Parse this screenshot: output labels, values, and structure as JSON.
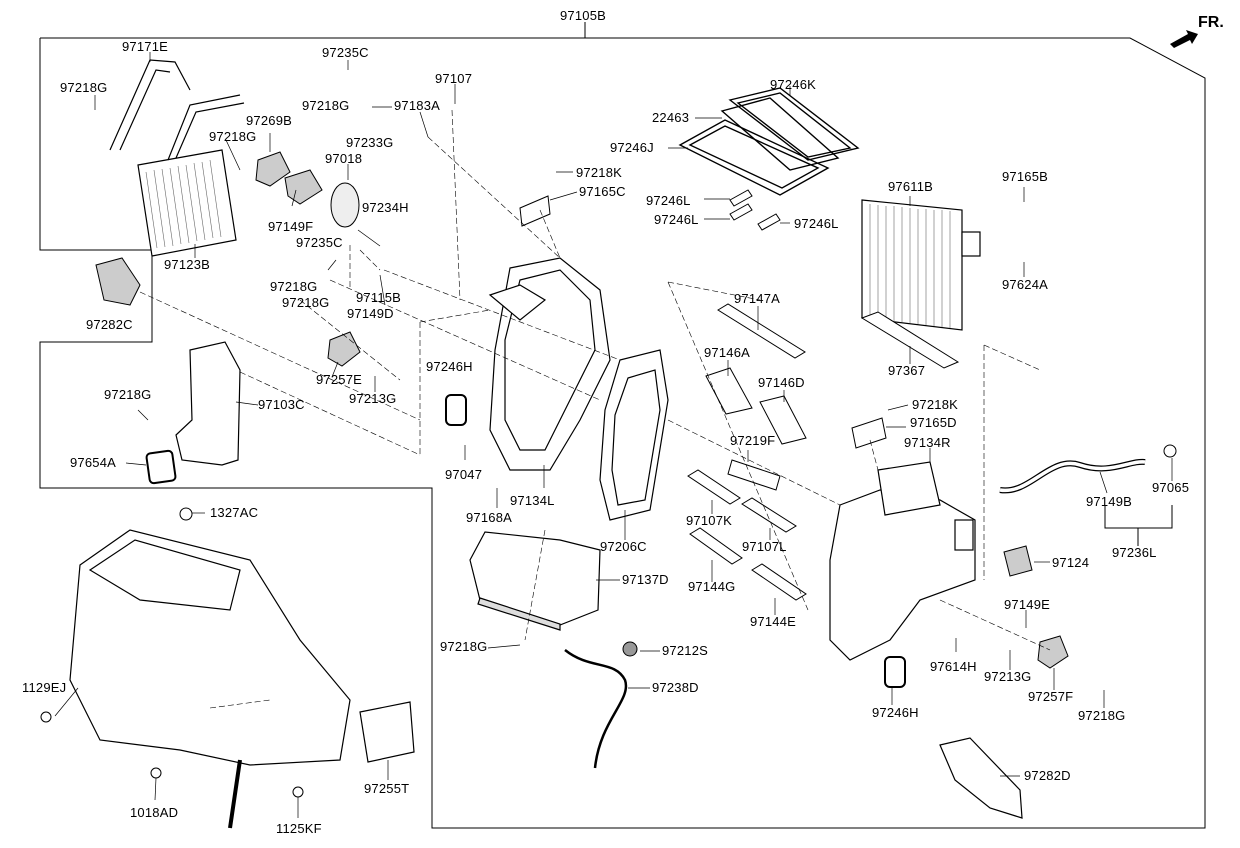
{
  "direction": {
    "label": "FR.",
    "icon": "front-arrow-icon"
  },
  "assembly_label": "97105B",
  "parts": [
    "97171E",
    "97218G",
    "97123B",
    "97235C",
    "97218G",
    "97183A",
    "97107",
    "97233G",
    "97269B",
    "97218G",
    "97018",
    "97149F",
    "97234H",
    "97235C",
    "97218G",
    "97115B",
    "97218G",
    "97149D",
    "97257E",
    "97213G",
    "97282C",
    "97103C",
    "97218G",
    "97654A",
    "97246K",
    "22463",
    "97246J",
    "97218K",
    "97165C",
    "97246L",
    "97246L",
    "97246L",
    "97611B",
    "97165B",
    "97624A",
    "97367",
    "97147A",
    "97146A",
    "97146D",
    "97246H",
    "97047",
    "97134L",
    "97168A",
    "97206C",
    "97219F",
    "97107K",
    "97107L",
    "97144G",
    "97144E",
    "97218K",
    "97165D",
    "97134R",
    "97149B",
    "97065",
    "97236L",
    "97124",
    "97149E",
    "97614H",
    "97213G",
    "97257F",
    "97218G",
    "97246H",
    "97282D",
    "97137D",
    "97218G",
    "97212S",
    "97238D",
    "1327AC",
    "1129EJ",
    "1018AD",
    "1125KF",
    "97255T"
  ]
}
